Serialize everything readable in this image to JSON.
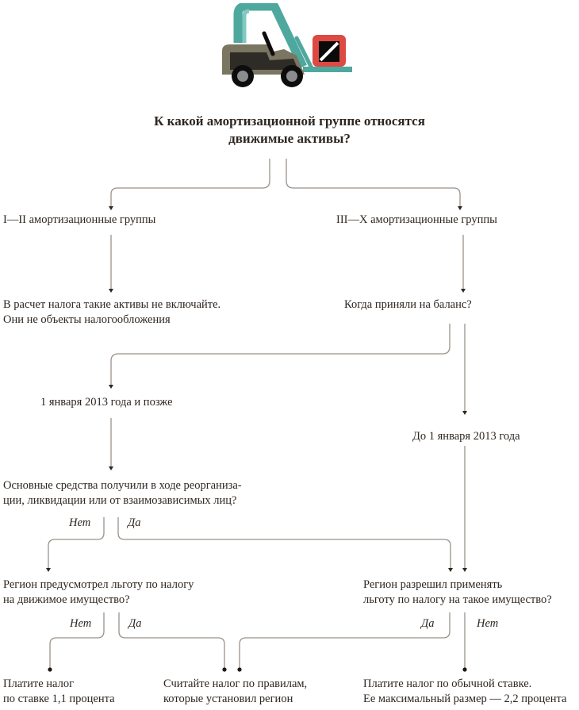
{
  "illustration": {
    "name": "forklift-with-box",
    "colors": {
      "mast": "#4fa89e",
      "mast_light": "#7fc9c0",
      "body": "#7a7662",
      "cab": "#2f2b27",
      "wheel": "#0d0d0d",
      "hub": "#8b8c8e",
      "box_frame": "#dd4a43",
      "box_inner": "#0b0b0b",
      "box_stripe": "#ffffff"
    }
  },
  "title": {
    "line1": "К какой амортизационной группе относятся",
    "line2": "движимые активы?"
  },
  "nodes": {
    "groups_1_2": "I—II амортизационные группы",
    "groups_3_10": "III—X амортизационные группы",
    "not_included_1": "В расчет налога такие активы не включайте.",
    "not_included_2": "Они не объекты налогообложения",
    "when_accepted": "Когда приняли на баланс?",
    "after_2013": "1 января 2013 года и позже",
    "before_2013": "До 1 января 2013 года",
    "reorg_q_1": "Основные средства получили в ходе реорганиза-",
    "reorg_q_2": "ции, ликвидации или от взаимозависимых лиц?",
    "region_benefit_q_1": "Регион предусмотрел льготу по налогу",
    "region_benefit_q_2": "на движимое имущество?",
    "region_allowed_q_1": "Регион разрешил применять",
    "region_allowed_q_2": "льготу по налогу на такое имущество?",
    "pay_11_1": "Платите налог",
    "pay_11_2": "по ставке 1,1 процента",
    "region_rules_1": "Считайте налог по правилам,",
    "region_rules_2": "которые установил регион",
    "pay_normal_1": "Платите налог по обычной ставке.",
    "pay_normal_2": "Ее максимальный размер — 2,2 процента"
  },
  "labels": {
    "reorg_no": "Нет",
    "reorg_yes": "Да",
    "benefit_no": "Нет",
    "benefit_yes": "Да",
    "allowed_yes": "Да",
    "allowed_no": "Нет"
  },
  "colors": {
    "text": "#2e2620",
    "line": "#9a918a",
    "background": "#ffffff"
  }
}
